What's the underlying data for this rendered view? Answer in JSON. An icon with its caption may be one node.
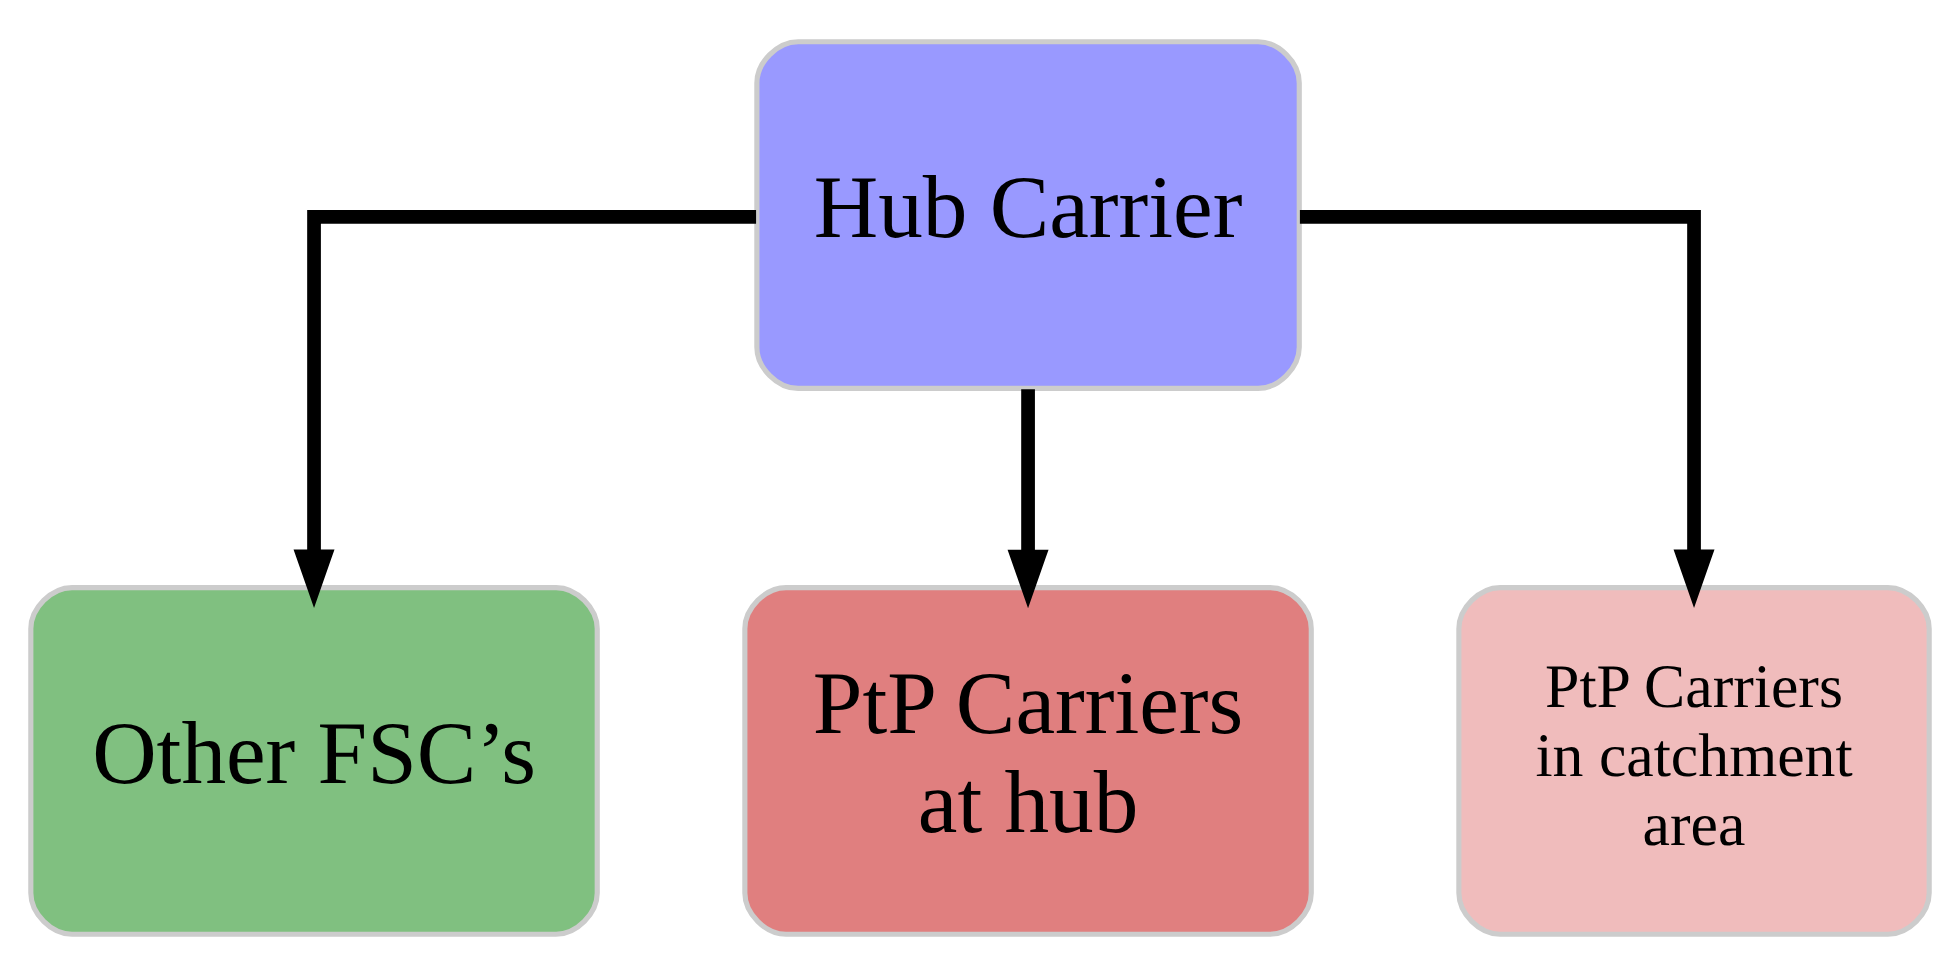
{
  "diagram": {
    "nodes": [
      {
        "text": [
          "Hub Carrier"
        ]
      },
      {
        "text": [
          "Other FSC’s"
        ]
      },
      {
        "text": [
          "PtP Carriers at hub"
        ]
      },
      {
        "text": [
          "PtP Carriers in catchment area"
        ]
      }
    ],
    "edges": [
      {
        "from": 0,
        "to": 1,
        "arrow": "to"
      },
      {
        "from": 0,
        "to": 2,
        "arrow": "to"
      },
      {
        "from": 0,
        "to": 3,
        "arrow": "to"
      }
    ]
  }
}
